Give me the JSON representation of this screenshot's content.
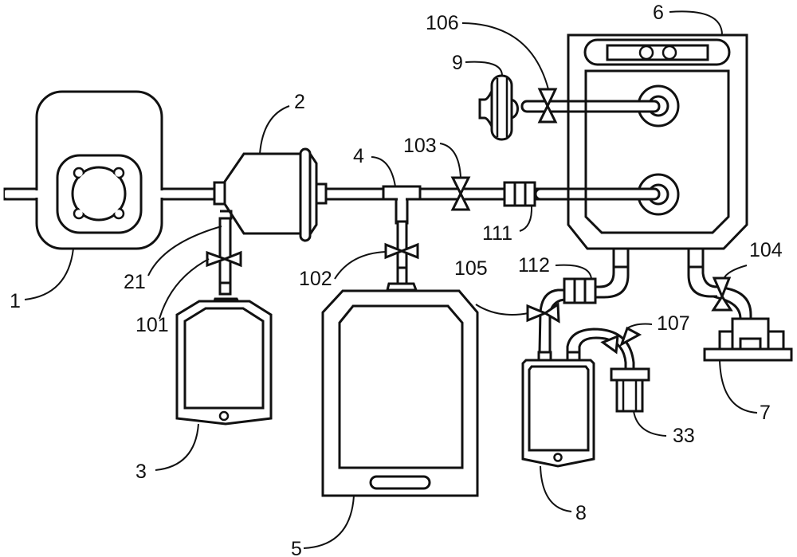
{
  "figure": {
    "type": "patent schematic",
    "line_color": "#111111",
    "background": "#ffffff"
  },
  "labels": {
    "pump_1": "1",
    "filter_2": "2",
    "bag_3": "3",
    "tee_4": "4",
    "bag_5": "5",
    "device_6": "6",
    "connector_7": "7",
    "bag_8": "8",
    "filter_9": "9",
    "outlet_21": "21",
    "port_33": "33",
    "valve_101": "101",
    "valve_102": "102",
    "valve_103": "103",
    "valve_104": "104",
    "valve_105": "105",
    "valve_106": "106",
    "valve_107": "107",
    "coupler_111": "111",
    "coupler_112": "112"
  },
  "components": [
    {
      "ref": "1",
      "kind": "peristaltic pump"
    },
    {
      "ref": "2",
      "kind": "filter"
    },
    {
      "ref": "3",
      "kind": "bag"
    },
    {
      "ref": "4",
      "kind": "tee joint"
    },
    {
      "ref": "5",
      "kind": "bag"
    },
    {
      "ref": "6",
      "kind": "processing device"
    },
    {
      "ref": "7",
      "kind": "connector"
    },
    {
      "ref": "8",
      "kind": "bag"
    },
    {
      "ref": "9",
      "kind": "filter"
    },
    {
      "ref": "21",
      "kind": "outlet"
    },
    {
      "ref": "33",
      "kind": "port"
    },
    {
      "ref": "101",
      "kind": "valve"
    },
    {
      "ref": "102",
      "kind": "valve"
    },
    {
      "ref": "103",
      "kind": "valve"
    },
    {
      "ref": "104",
      "kind": "valve"
    },
    {
      "ref": "105",
      "kind": "valve"
    },
    {
      "ref": "106",
      "kind": "valve"
    },
    {
      "ref": "107",
      "kind": "valve"
    },
    {
      "ref": "111",
      "kind": "coupler"
    },
    {
      "ref": "112",
      "kind": "coupler"
    }
  ]
}
